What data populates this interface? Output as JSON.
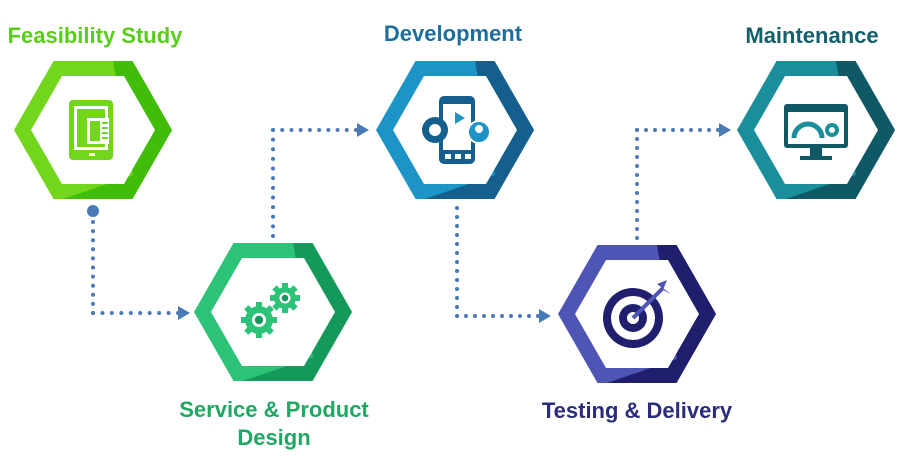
{
  "steps": [
    {
      "label": "Feasibility Study",
      "icon": "tablet-book-icon",
      "color": "#72d61c",
      "dark": "#3fbd08",
      "text": "#5acd1a"
    },
    {
      "label": "Service & Product",
      "label2": "Design",
      "icon": "gears-icon",
      "color": "#2cc378",
      "dark": "#14995a",
      "text": "#1fa864"
    },
    {
      "label": "Development",
      "icon": "mobile-dev-icon",
      "color": "#1d94c6",
      "dark": "#155f8e",
      "text": "#1c6f9c"
    },
    {
      "label": "Testing & Delivery",
      "icon": "target-icon",
      "color": "#4f55b4",
      "dark": "#1f1f6e",
      "text": "#2b2d7a"
    },
    {
      "label": "Maintenance",
      "icon": "monitor-gears-icon",
      "color": "#1a8e9a",
      "dark": "#0f5865",
      "text": "#13606b"
    }
  ],
  "connector_color": "#4a7ab5"
}
